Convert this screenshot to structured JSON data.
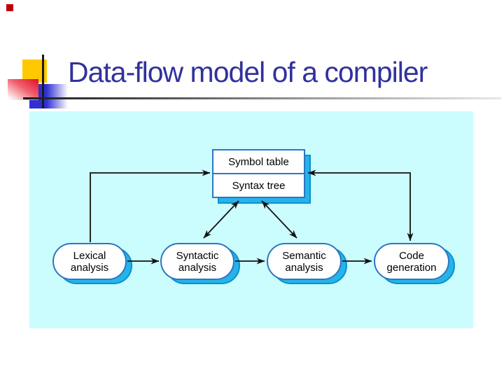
{
  "slide": {
    "title": "Data-flow model of a compiler"
  },
  "diagram": {
    "store_box": {
      "top_label": "Symbol table",
      "bottom_label": "Syntax tree"
    },
    "stages": [
      {
        "label_line1": "Lexical",
        "label_line2": "analysis"
      },
      {
        "label_line1": "Syntactic",
        "label_line2": "analysis"
      },
      {
        "label_line1": "Semantic",
        "label_line2": "analysis"
      },
      {
        "label_line1": "Code",
        "label_line2": "generation"
      }
    ]
  },
  "colors": {
    "title_text": "#31319E",
    "panel_background": "#CBFDFF",
    "node_border": "#2B77C1",
    "node_shadow": "#26B3EA",
    "arrow": "#111111",
    "accent_yellow": "#FFC800",
    "accent_red": "#E01026",
    "accent_blue": "#2F2FD2"
  }
}
